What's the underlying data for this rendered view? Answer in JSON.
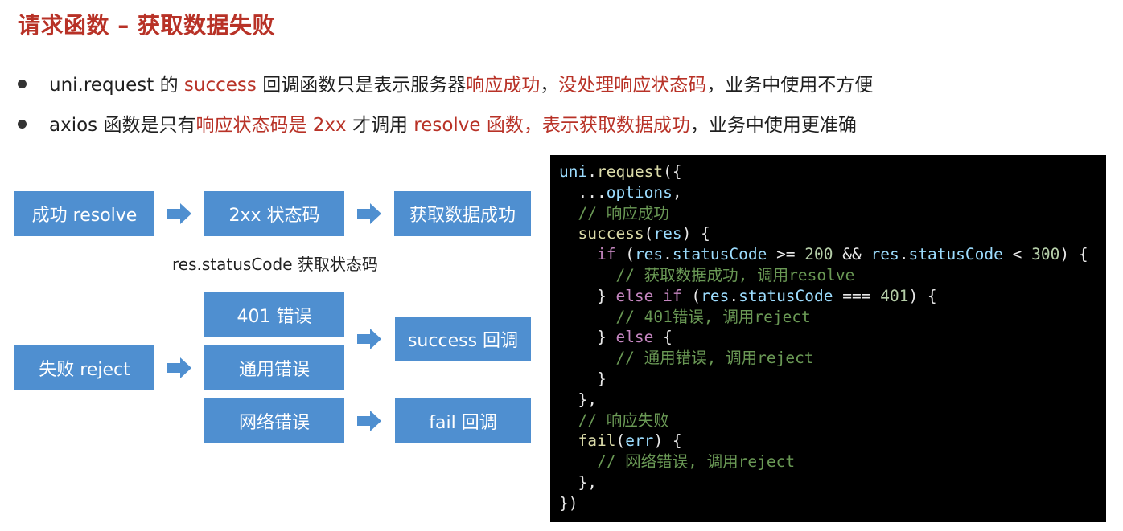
{
  "title": "请求函数 – 获取数据失败",
  "bullets": [
    {
      "parts": [
        {
          "text": "uni.request 的 ",
          "accent": false
        },
        {
          "text": "success",
          "accent": true
        },
        {
          "text": " 回调函数只是表示服务器",
          "accent": false
        },
        {
          "text": "响应成功",
          "accent": true
        },
        {
          "text": "，",
          "accent": false
        },
        {
          "text": "没处理响应状态码",
          "accent": true
        },
        {
          "text": "，业务中使用不方便",
          "accent": false
        }
      ]
    },
    {
      "parts": [
        {
          "text": "axios 函数是只有",
          "accent": false
        },
        {
          "text": "响应状态码是 2xx",
          "accent": true
        },
        {
          "text": " 才调用 ",
          "accent": false
        },
        {
          "text": "resolve 函数，表示获取数据成功",
          "accent": true
        },
        {
          "text": "，业务中使用更准确",
          "accent": false
        }
      ]
    }
  ],
  "diagram": {
    "success_box": "成功 resolve",
    "status_box": "2xx 状态码",
    "got_data_box": "获取数据成功",
    "caption": "res.statusCode 获取状态码",
    "fail_box": "失败 reject",
    "err401_box": "401 错误",
    "common_err_box": "通用错误",
    "network_err_box": "网络错误",
    "success_cb_box": "success 回调",
    "fail_cb_box": "fail 回调"
  },
  "code_lines": [
    [
      {
        "t": "uni",
        "c": "vr"
      },
      {
        "t": ".",
        "c": "pl"
      },
      {
        "t": "request",
        "c": "fn"
      },
      {
        "t": "({",
        "c": "pl"
      }
    ],
    [
      {
        "t": "  ...",
        "c": "pl"
      },
      {
        "t": "options",
        "c": "vr"
      },
      {
        "t": ",",
        "c": "pl"
      }
    ],
    [
      {
        "t": "  // 响应成功",
        "c": "cm"
      }
    ],
    [
      {
        "t": "  ",
        "c": "pl"
      },
      {
        "t": "success",
        "c": "fn"
      },
      {
        "t": "(",
        "c": "pl"
      },
      {
        "t": "res",
        "c": "vr"
      },
      {
        "t": ") {",
        "c": "pl"
      }
    ],
    [
      {
        "t": "    ",
        "c": "pl"
      },
      {
        "t": "if",
        "c": "kw"
      },
      {
        "t": " (",
        "c": "pl"
      },
      {
        "t": "res",
        "c": "vr"
      },
      {
        "t": ".",
        "c": "pl"
      },
      {
        "t": "statusCode",
        "c": "vr"
      },
      {
        "t": " >= ",
        "c": "pl"
      },
      {
        "t": "200",
        "c": "nm"
      },
      {
        "t": " && ",
        "c": "pl"
      },
      {
        "t": "res",
        "c": "vr"
      },
      {
        "t": ".",
        "c": "pl"
      },
      {
        "t": "statusCode",
        "c": "vr"
      },
      {
        "t": " < ",
        "c": "pl"
      },
      {
        "t": "300",
        "c": "nm"
      },
      {
        "t": ") {",
        "c": "pl"
      }
    ],
    [
      {
        "t": "      // 获取数据成功, 调用resolve",
        "c": "cm"
      }
    ],
    [
      {
        "t": "    } ",
        "c": "pl"
      },
      {
        "t": "else if",
        "c": "kw"
      },
      {
        "t": " (",
        "c": "pl"
      },
      {
        "t": "res",
        "c": "vr"
      },
      {
        "t": ".",
        "c": "pl"
      },
      {
        "t": "statusCode",
        "c": "vr"
      },
      {
        "t": " === ",
        "c": "pl"
      },
      {
        "t": "401",
        "c": "nm"
      },
      {
        "t": ") {",
        "c": "pl"
      }
    ],
    [
      {
        "t": "      // 401错误, 调用reject",
        "c": "cm"
      }
    ],
    [
      {
        "t": "    } ",
        "c": "pl"
      },
      {
        "t": "else",
        "c": "kw"
      },
      {
        "t": " {",
        "c": "pl"
      }
    ],
    [
      {
        "t": "      // 通用错误, 调用reject",
        "c": "cm"
      }
    ],
    [
      {
        "t": "    }",
        "c": "pl"
      }
    ],
    [
      {
        "t": "  },",
        "c": "pl"
      }
    ],
    [
      {
        "t": "  // 响应失败",
        "c": "cm"
      }
    ],
    [
      {
        "t": "  ",
        "c": "pl"
      },
      {
        "t": "fail",
        "c": "fn"
      },
      {
        "t": "(",
        "c": "pl"
      },
      {
        "t": "err",
        "c": "vr"
      },
      {
        "t": ") {",
        "c": "pl"
      }
    ],
    [
      {
        "t": "    // 网络错误, 调用reject",
        "c": "cm"
      }
    ],
    [
      {
        "t": "  },",
        "c": "pl"
      }
    ],
    [
      {
        "t": "})",
        "c": "pl"
      }
    ]
  ],
  "colors": {
    "accent": "#b83227",
    "box": "#4f8fd0",
    "code_bg": "#000000"
  }
}
